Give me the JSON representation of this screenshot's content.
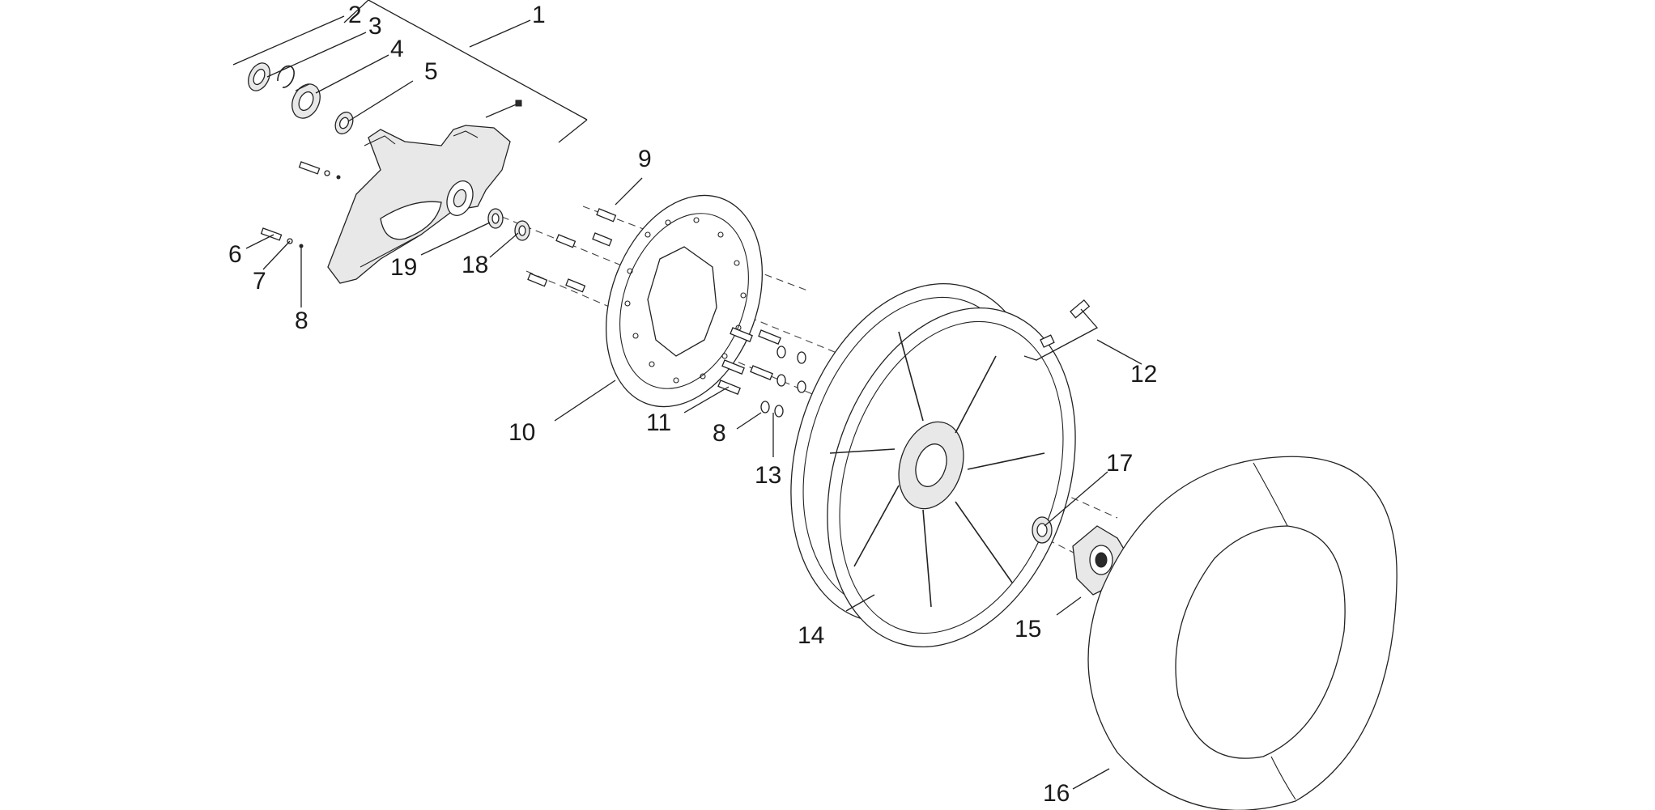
{
  "callouts": [
    {
      "id": "c1",
      "label": "1"
    },
    {
      "id": "c2",
      "label": "2"
    },
    {
      "id": "c3",
      "label": "3"
    },
    {
      "id": "c4",
      "label": "4"
    },
    {
      "id": "c5",
      "label": "5"
    },
    {
      "id": "c6",
      "label": "6"
    },
    {
      "id": "c7",
      "label": "7"
    },
    {
      "id": "c8a",
      "label": "8"
    },
    {
      "id": "c8b",
      "label": "8"
    },
    {
      "id": "c9",
      "label": "9"
    },
    {
      "id": "c10",
      "label": "10"
    },
    {
      "id": "c11",
      "label": "11"
    },
    {
      "id": "c12",
      "label": "12"
    },
    {
      "id": "c13",
      "label": "13"
    },
    {
      "id": "c14",
      "label": "14"
    },
    {
      "id": "c15",
      "label": "15"
    },
    {
      "id": "c16",
      "label": "16"
    },
    {
      "id": "c17",
      "label": "17"
    },
    {
      "id": "c18",
      "label": "18"
    },
    {
      "id": "c19",
      "label": "19"
    }
  ],
  "line_color": "#222222"
}
